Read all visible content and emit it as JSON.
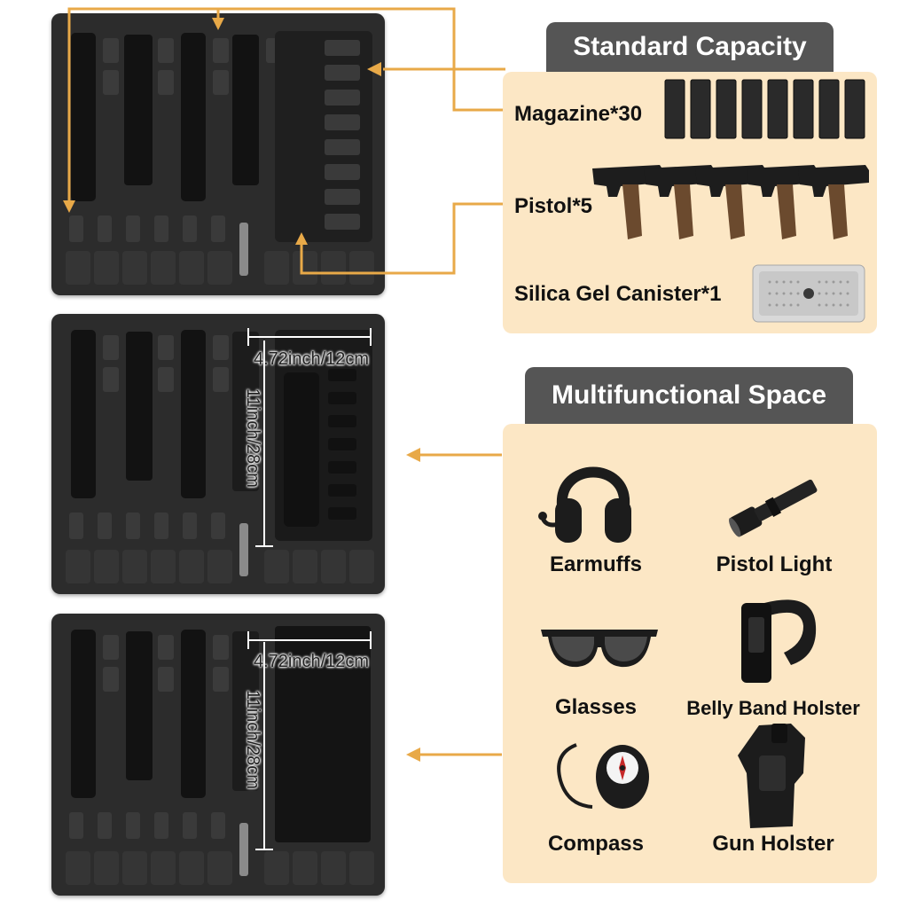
{
  "standard": {
    "title": "Standard Capacity",
    "items": [
      {
        "label": "Magazine*30"
      },
      {
        "label": "Pistol*5"
      },
      {
        "label": "Silica Gel Canister*1"
      }
    ]
  },
  "multi": {
    "title": "Multifunctional Space",
    "items": [
      {
        "label": "Earmuffs"
      },
      {
        "label": "Pistol Light"
      },
      {
        "label": "Glasses"
      },
      {
        "label": "Belly Band Holster"
      },
      {
        "label": "Compass"
      },
      {
        "label": "Gun Holster"
      }
    ]
  },
  "dimensions": {
    "width": "4.72inch/12cm",
    "height": "11inch/28cm"
  },
  "colors": {
    "accent": "#e8a948",
    "panel": "#fce7c5",
    "tag": "#555555",
    "foam": "#2c2c2c"
  }
}
